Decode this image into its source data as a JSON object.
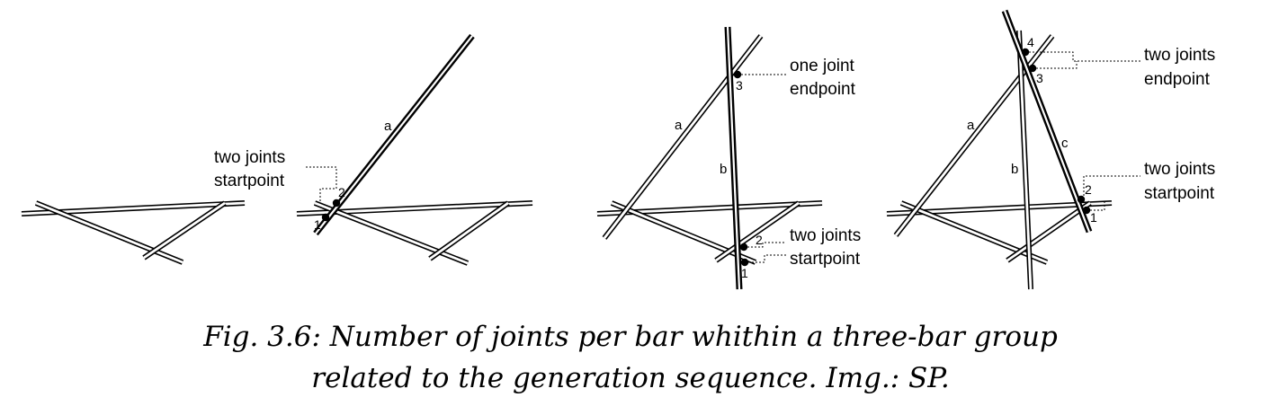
{
  "panels": [
    {
      "bar_labels": [
        "a"
      ],
      "joint_numbers": [
        "2",
        "1"
      ],
      "annotation": [
        "two joints",
        "startpoint"
      ]
    },
    {
      "bar_labels": [
        "a",
        "b"
      ],
      "joint_numbers": [
        "3",
        "2",
        "1"
      ],
      "annotation_top": [
        "one joint",
        "endpoint"
      ],
      "annotation_bottom": [
        "two joints",
        "startpoint"
      ]
    },
    {
      "bar_labels": [
        "a",
        "b",
        "c"
      ],
      "joint_numbers": [
        "4",
        "3",
        "2",
        "1"
      ],
      "annotation_top": [
        "two joints",
        "endpoint"
      ],
      "annotation_bottom": [
        "two joints",
        "startpoint"
      ]
    }
  ],
  "caption": {
    "line1": "Fig. 3.6: Number of joints per bar whithin a three-bar group",
    "line2": "related to the generation sequence. Img.: SP."
  },
  "colors": {
    "stroke": "#000000",
    "background": "#ffffff"
  }
}
